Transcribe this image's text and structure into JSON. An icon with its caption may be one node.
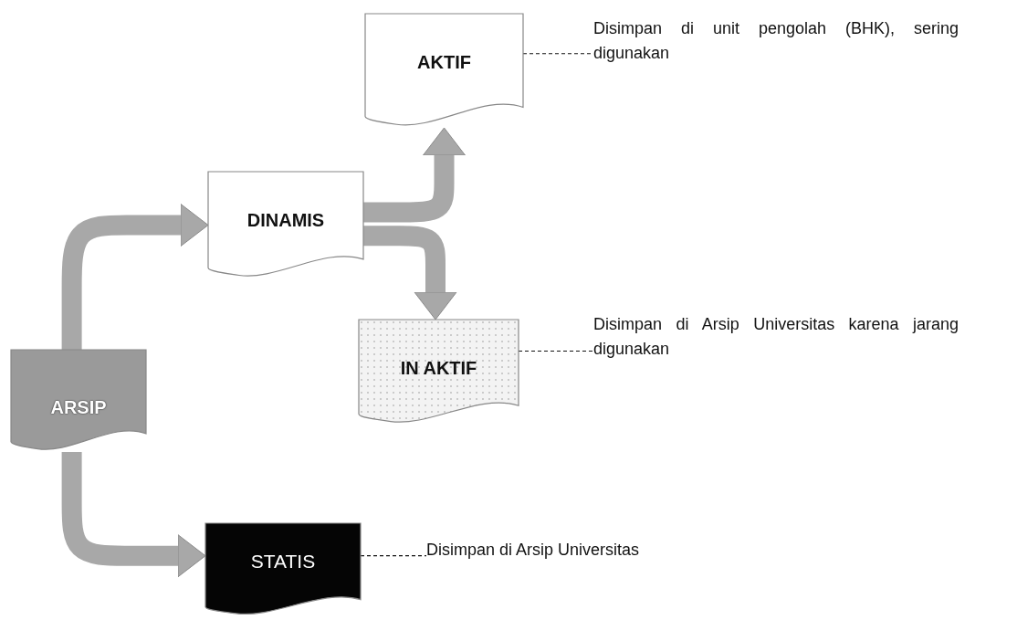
{
  "diagram": {
    "nodes": [
      {
        "text": [
          "ARSIP"
        ]
      },
      {
        "text": [
          "DINAMIS"
        ]
      },
      {
        "text": [
          "AKTIF"
        ]
      },
      {
        "text": [
          "IN AKTIF"
        ]
      },
      {
        "text": [
          "STATIS"
        ]
      },
      {
        "text": [
          "Disimpan di unit pengolah (BHK), sering digunakan"
        ]
      },
      {
        "text": [
          "Disimpan di Arsip Universitas karena jarang digunakan"
        ]
      },
      {
        "text": [
          "Disimpan di Arsip Universitas"
        ]
      }
    ],
    "edges": [
      {
        "from": 0,
        "to": 1,
        "arrow": "to"
      },
      {
        "from": 0,
        "to": 4,
        "arrow": "to"
      },
      {
        "from": 1,
        "to": 2,
        "arrow": "to"
      },
      {
        "from": 1,
        "to": 3,
        "arrow": "to"
      },
      {
        "from": 2,
        "to": 5,
        "arrow": "none",
        "style": "dashed",
        "color": "#111111"
      },
      {
        "from": 3,
        "to": 6,
        "arrow": "none",
        "style": "dashed",
        "color": "#111111"
      },
      {
        "from": 4,
        "to": 7,
        "arrow": "none",
        "style": "dashed",
        "color": "#111111"
      }
    ]
  }
}
